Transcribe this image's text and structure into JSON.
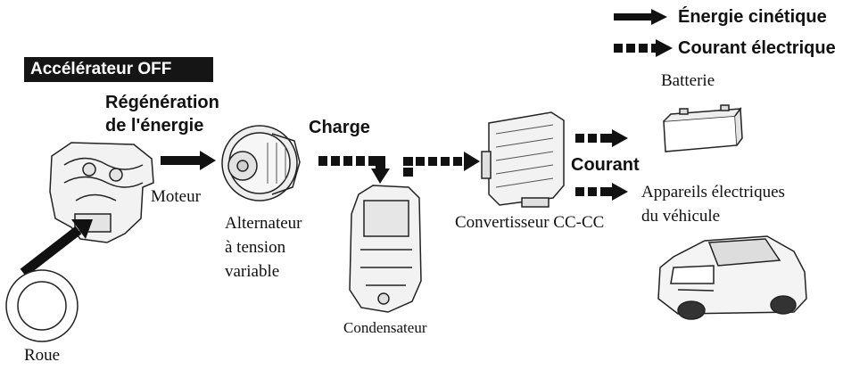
{
  "legend": {
    "kinetic": "Énergie cinétique",
    "electric": "Courant électrique"
  },
  "badge": "Accélérateur OFF",
  "labels": {
    "regen_line1": "Régénération",
    "regen_line2": "de l'énergie",
    "charge": "Charge",
    "courant": "Courant"
  },
  "components": {
    "engine": "Moteur",
    "alternator_1": "Alternateur",
    "alternator_2": "à tension",
    "alternator_3": "variable",
    "capacitor": "Condensateur",
    "converter": "Convertisseur CC-CC",
    "battery": "Batterie",
    "appliances_1": "Appareils électriques",
    "appliances_2": "du véhicule",
    "wheel": "Roue"
  },
  "colors": {
    "ink": "#111111",
    "badge_bg": "#151515",
    "badge_text": "#ffffff",
    "part_fill": "#f2f2f2",
    "part_line": "#222222"
  }
}
